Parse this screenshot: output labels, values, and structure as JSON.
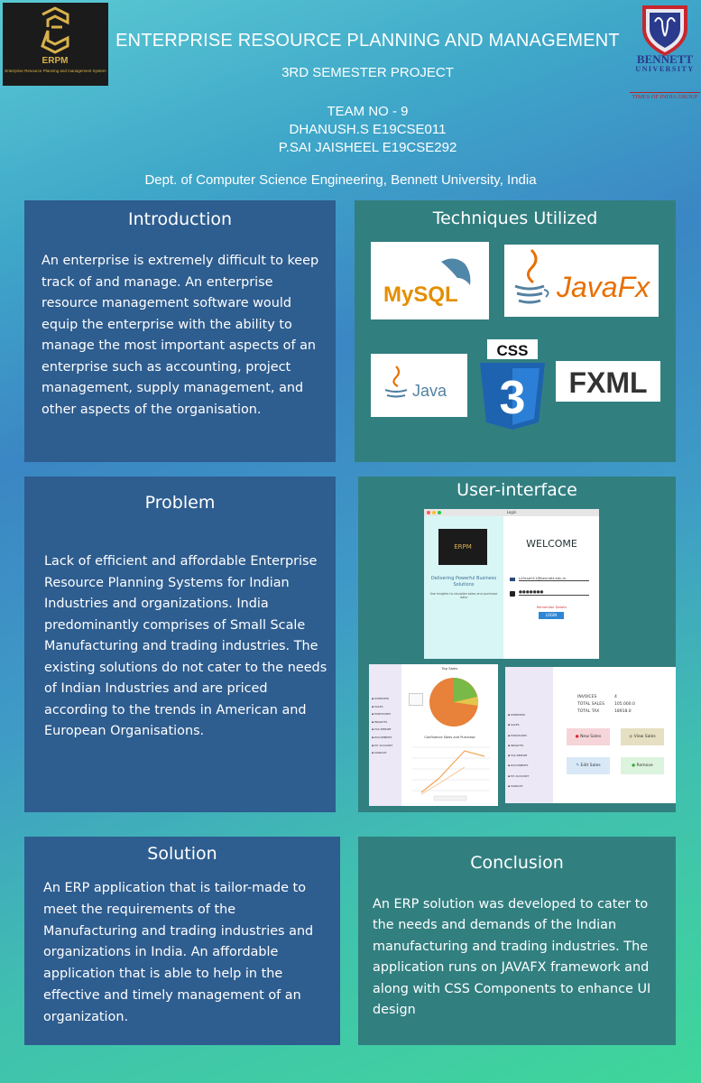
{
  "header": {
    "logo_text": "ERPM",
    "logo_caption": "Enterprise Resource Planning and management System",
    "title": "ENTERPRISE RESOURCE PLANNING AND MANAGEMENT",
    "subtitle": "3RD SEMESTER PROJECT",
    "team_no": "TEAM NO - 9",
    "member1": "DHANUSH.S E19CSE011",
    "member2": "P.SAI JAISHEEL E19CSE292",
    "dept": "Dept. of Computer Science Engineering, Bennett University, India"
  },
  "university": {
    "name_line1": "BENNETT",
    "name_line2": "UNIVERSITY",
    "tagline": "TIMES OF INDIA GROUP"
  },
  "introduction": {
    "heading": "Introduction",
    "body": "An enterprise is extremely difficult to keep track of and manage. An enterprise resource management software would equip the enterprise with the ability to manage the most important aspects of an enterprise such as accounting, project management, supply management, and other aspects of the organisation."
  },
  "techniques": {
    "heading": "Techniques Utilized",
    "mysql": "MySQL",
    "javafx_brand": "JavaFx",
    "java": "Java",
    "css": "CSS",
    "css_num": "3",
    "fxml": "FXML"
  },
  "problem": {
    "heading": "Problem",
    "body": "Lack of efficient and affordable Enterprise Resource Planning Systems for Indian Industries and organizations. India predominantly comprises of Small Scale Manufacturing and trading industries. The existing solutions do not cater to the needs of Indian Industries and are priced according to the trends in American and European Organisations."
  },
  "user_interface": {
    "heading": "User-interface",
    "login": {
      "window_title": "Login",
      "logo": "ERPM",
      "tagline": "Delivering Powerful Business Solutions",
      "subtext": "Use Insights to visualize sales and purchase data",
      "welcome": "WELCOME",
      "email": "s19cse011@bennett.edu.in",
      "password": "●●●●●●●",
      "remember": "Remember Details",
      "login_btn": "LOGIN"
    },
    "dashboard": {
      "pie_title": "Top Sales",
      "line_title": "Confluence Sales and Purchase",
      "menu": [
        "OVERVIEW",
        "SALES",
        "PURCHASES",
        "INSIGHTS",
        "TAX REPORT",
        "DOCUMENTS",
        "MY ACCOUNT",
        "SIGNOUT"
      ]
    },
    "sales": {
      "invoices_label": "INVOICES",
      "invoices_value": "4",
      "sales_label": "TOTAL SALES",
      "sales_value": "105.000.0",
      "tax_label": "TOTAL TAX",
      "tax_value": "18918.0",
      "new_sale": "New Sales",
      "view_sale": "View Sales",
      "edit_sale": "Edit Sales",
      "remove": "Remove"
    }
  },
  "solution": {
    "heading": "Solution",
    "body": "An ERP application that is tailor-made to meet the requirements of the Manufacturing and trading industries and organizations in India. An affordable application that is able to help in the effective and timely management of an organization."
  },
  "conclusion": {
    "heading": "Conclusion",
    "body": "An ERP solution was developed to cater to the needs and demands of the Indian manufacturing and trading industries. The application runs on JAVAFX framework and along with CSS Components to enhance UI design"
  },
  "colors": {
    "panel_blue": "#2e5d8f",
    "panel_teal": "#327f80",
    "logo_gold": "#d9b24c",
    "java_orange": "#e76f00"
  }
}
